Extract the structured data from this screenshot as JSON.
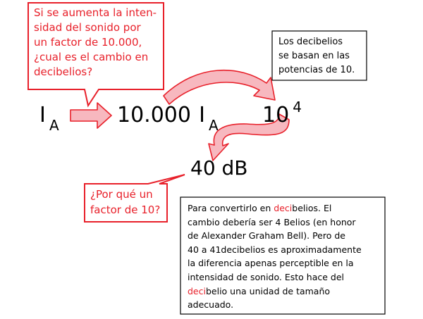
{
  "question_box": {
    "lines": [
      "Si se aumenta la inten-",
      "sidad del sonido por",
      "un factor de 10.000,",
      "¿cual es el cambio en",
      "decibelios?"
    ]
  },
  "note_box": {
    "lines": [
      "Los decibelios",
      "se basan en las",
      "potencias de 10."
    ]
  },
  "equation": {
    "intensity_symbol": "I",
    "intensity_subscript": "A",
    "factor": "10.000",
    "power_base": "10",
    "power_exponent": "4",
    "result": "40 dB"
  },
  "why_box": {
    "lines": [
      "¿Por qué un",
      "factor de 10?"
    ]
  },
  "explain_box": {
    "line1_pre": "Para convertirlo en ",
    "line1_hl": "deci",
    "line1_post": "belios. El",
    "line2": "cambio debería ser 4 Belios (en honor",
    "line3": "de Alexander Graham Bell). Pero de",
    "line4": "40 a 41decibelios es aproximadamente",
    "line5": "la diferencia apenas perceptible en la",
    "line6": "intensidad de sonido. Esto hace del",
    "line7_hl": "deci",
    "line7_post": "belio una unidad de tamaño",
    "line8": "adecuado."
  },
  "colors": {
    "accent_red": "#e8202a",
    "arrow_fill": "#f7b8bf",
    "arrow_stroke": "#e8202a",
    "box_border": "#000000"
  }
}
